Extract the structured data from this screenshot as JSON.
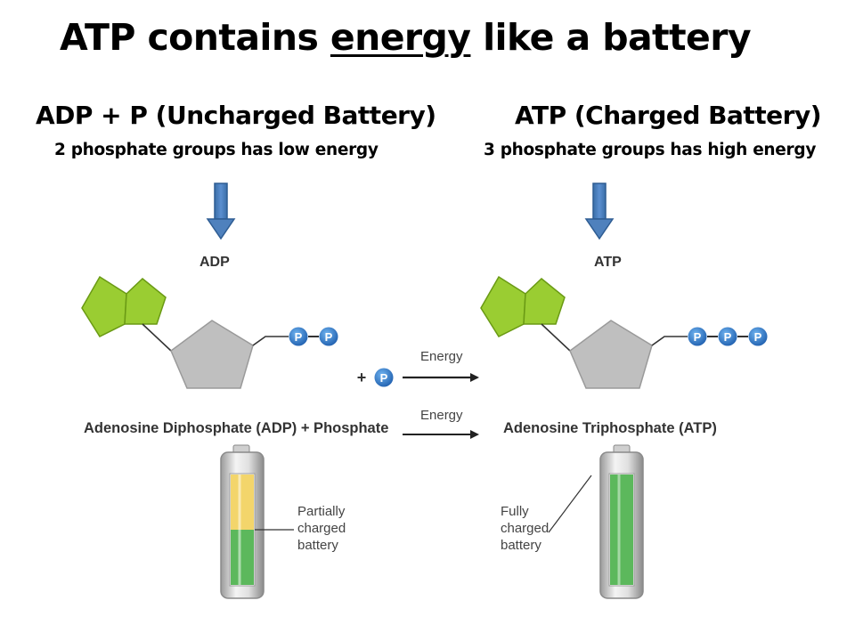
{
  "title": {
    "pre": "ATP contains ",
    "emph": "energy",
    "post": " like a battery"
  },
  "left": {
    "heading": "ADP + P  (Uncharged Battery)",
    "subheading": "2 phosphate groups has low energy",
    "molecule_label": "ADP",
    "caption": "Adenosine Diphosphate (ADP) + Phosphate",
    "battery_label": [
      "Partially",
      "charged",
      "battery"
    ]
  },
  "right": {
    "heading": "ATP  (Charged Battery)",
    "subheading": "3 phosphate groups has high energy",
    "molecule_label": "ATP",
    "caption": "Adenosine Triphosphate (ATP)",
    "battery_label": [
      "Fully",
      "charged",
      "battery"
    ]
  },
  "middle": {
    "plus": "+",
    "phosphate": "P",
    "energy_top": "Energy",
    "energy_bottom": "Energy"
  },
  "colors": {
    "arrow_blue": "#4f81bd",
    "phosphate_blue": "#2e74c4",
    "base_green": "#9acd32",
    "ribose_gray": "#bfbfbf",
    "battery_green": "#5cb85c",
    "battery_yellow": "#f3d56b"
  }
}
